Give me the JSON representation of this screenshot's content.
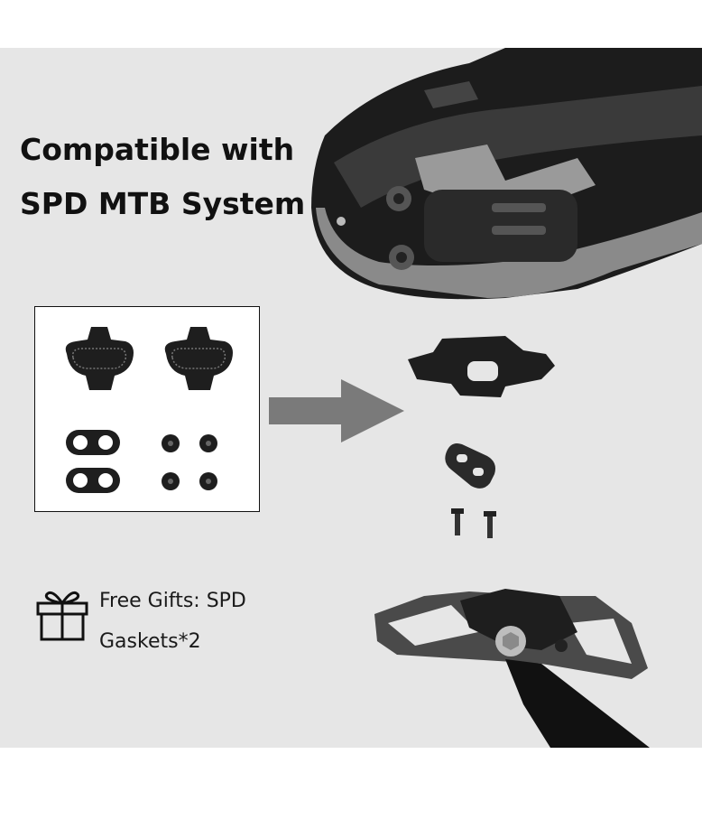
{
  "headline": {
    "line1": "Compatible with",
    "line2": "SPD MTB System"
  },
  "gift": {
    "icon": "gift-icon",
    "line1": "Free Gifts: SPD",
    "line2": "Gaskets*2"
  },
  "colors": {
    "panel_background": "#e6e6e6",
    "text": "#111111",
    "arrow": "#7a7a7a"
  }
}
